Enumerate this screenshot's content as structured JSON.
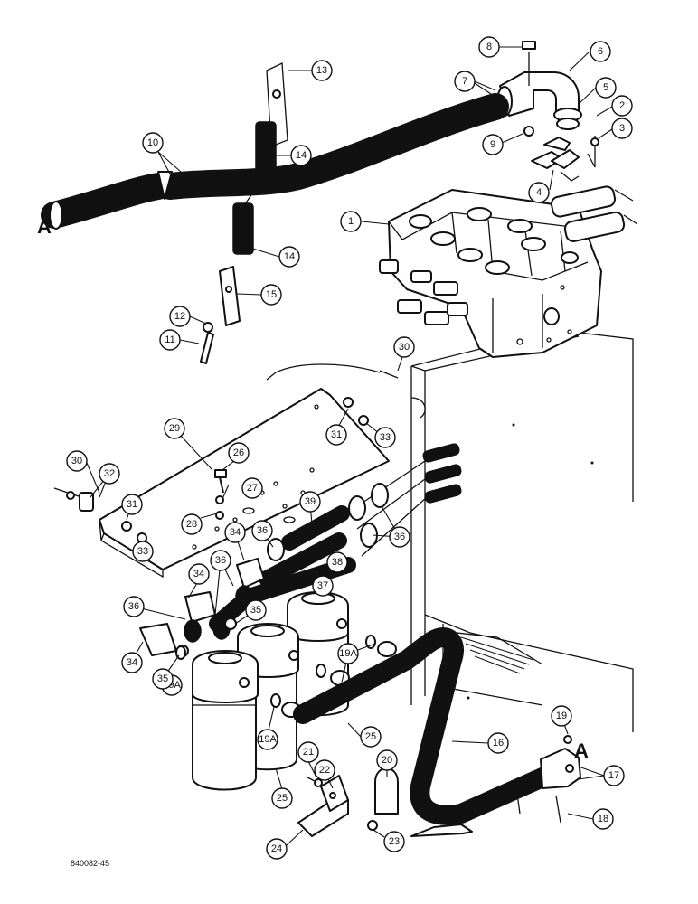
{
  "diagram": {
    "match_mark": "A",
    "figure_code": "840082-45",
    "callouts": [
      "1",
      "2",
      "3",
      "4",
      "5",
      "6",
      "7",
      "8",
      "9",
      "10",
      "11",
      "12",
      "13",
      "14",
      "14",
      "15",
      "16",
      "17",
      "18",
      "19",
      "19A",
      "19A",
      "19A",
      "20",
      "21",
      "22",
      "23",
      "24",
      "25",
      "25",
      "26",
      "27",
      "28",
      "29",
      "30",
      "30",
      "31",
      "31",
      "32",
      "33",
      "33",
      "34",
      "34",
      "34",
      "35",
      "35",
      "36",
      "36",
      "36",
      "36",
      "37",
      "38",
      "39"
    ]
  }
}
